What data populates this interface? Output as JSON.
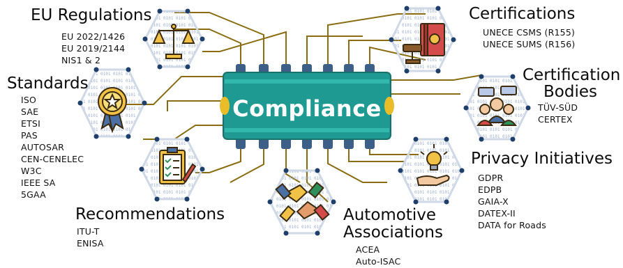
{
  "chip": {
    "label": "Compliance"
  },
  "groups": {
    "eu_regulations": {
      "title": "EU Regulations",
      "items": [
        "EU 2022/1426",
        "EU 2019/2144",
        "NIS1 & 2"
      ],
      "icon": "scales-icon"
    },
    "standards": {
      "title": "Standards",
      "items": [
        "ISO",
        "SAE",
        "ETSI",
        "PAS",
        "AUTOSAR",
        "CEN-CENELEC",
        "W3C",
        "IEEE SA",
        "5GAA"
      ],
      "icon": "award-badge-icon"
    },
    "recommendations": {
      "title": "Recommendations",
      "items": [
        "ITU-T",
        "ENISA"
      ],
      "icon": "checklist-icon"
    },
    "automotive_associations": {
      "title_line1": "Automotive",
      "title_line2": "Associations",
      "items": [
        "ACEA",
        "Auto-ISAC"
      ],
      "icon": "handshake-icon"
    },
    "privacy_initiatives": {
      "title": "Privacy Initiatives",
      "items": [
        "GDPR",
        "EDPB",
        "GAIA-X",
        "DATEX-II",
        "DATA for Roads"
      ],
      "icon": "lightbulb-hand-icon"
    },
    "certification_bodies": {
      "title_line1": "Certification",
      "title_line2": "Bodies",
      "items": [
        "TÜV-SÜD",
        "CERTEX"
      ],
      "icon": "people-group-icon"
    },
    "certifications": {
      "title": "Certifications",
      "items": [
        "UNECE CSMS (R155)",
        "UNECE SUMS (R156)"
      ],
      "icon": "gavel-book-icon"
    }
  },
  "colors": {
    "chip": "#1f9a93",
    "chip_edge": "#33b8ae",
    "pin": "#3b5f86",
    "trace": "#8a6d12",
    "hex_outline": "#cfd8e6",
    "dot": "#1f3f6b",
    "accent_yellow": "#e9bd2a"
  }
}
